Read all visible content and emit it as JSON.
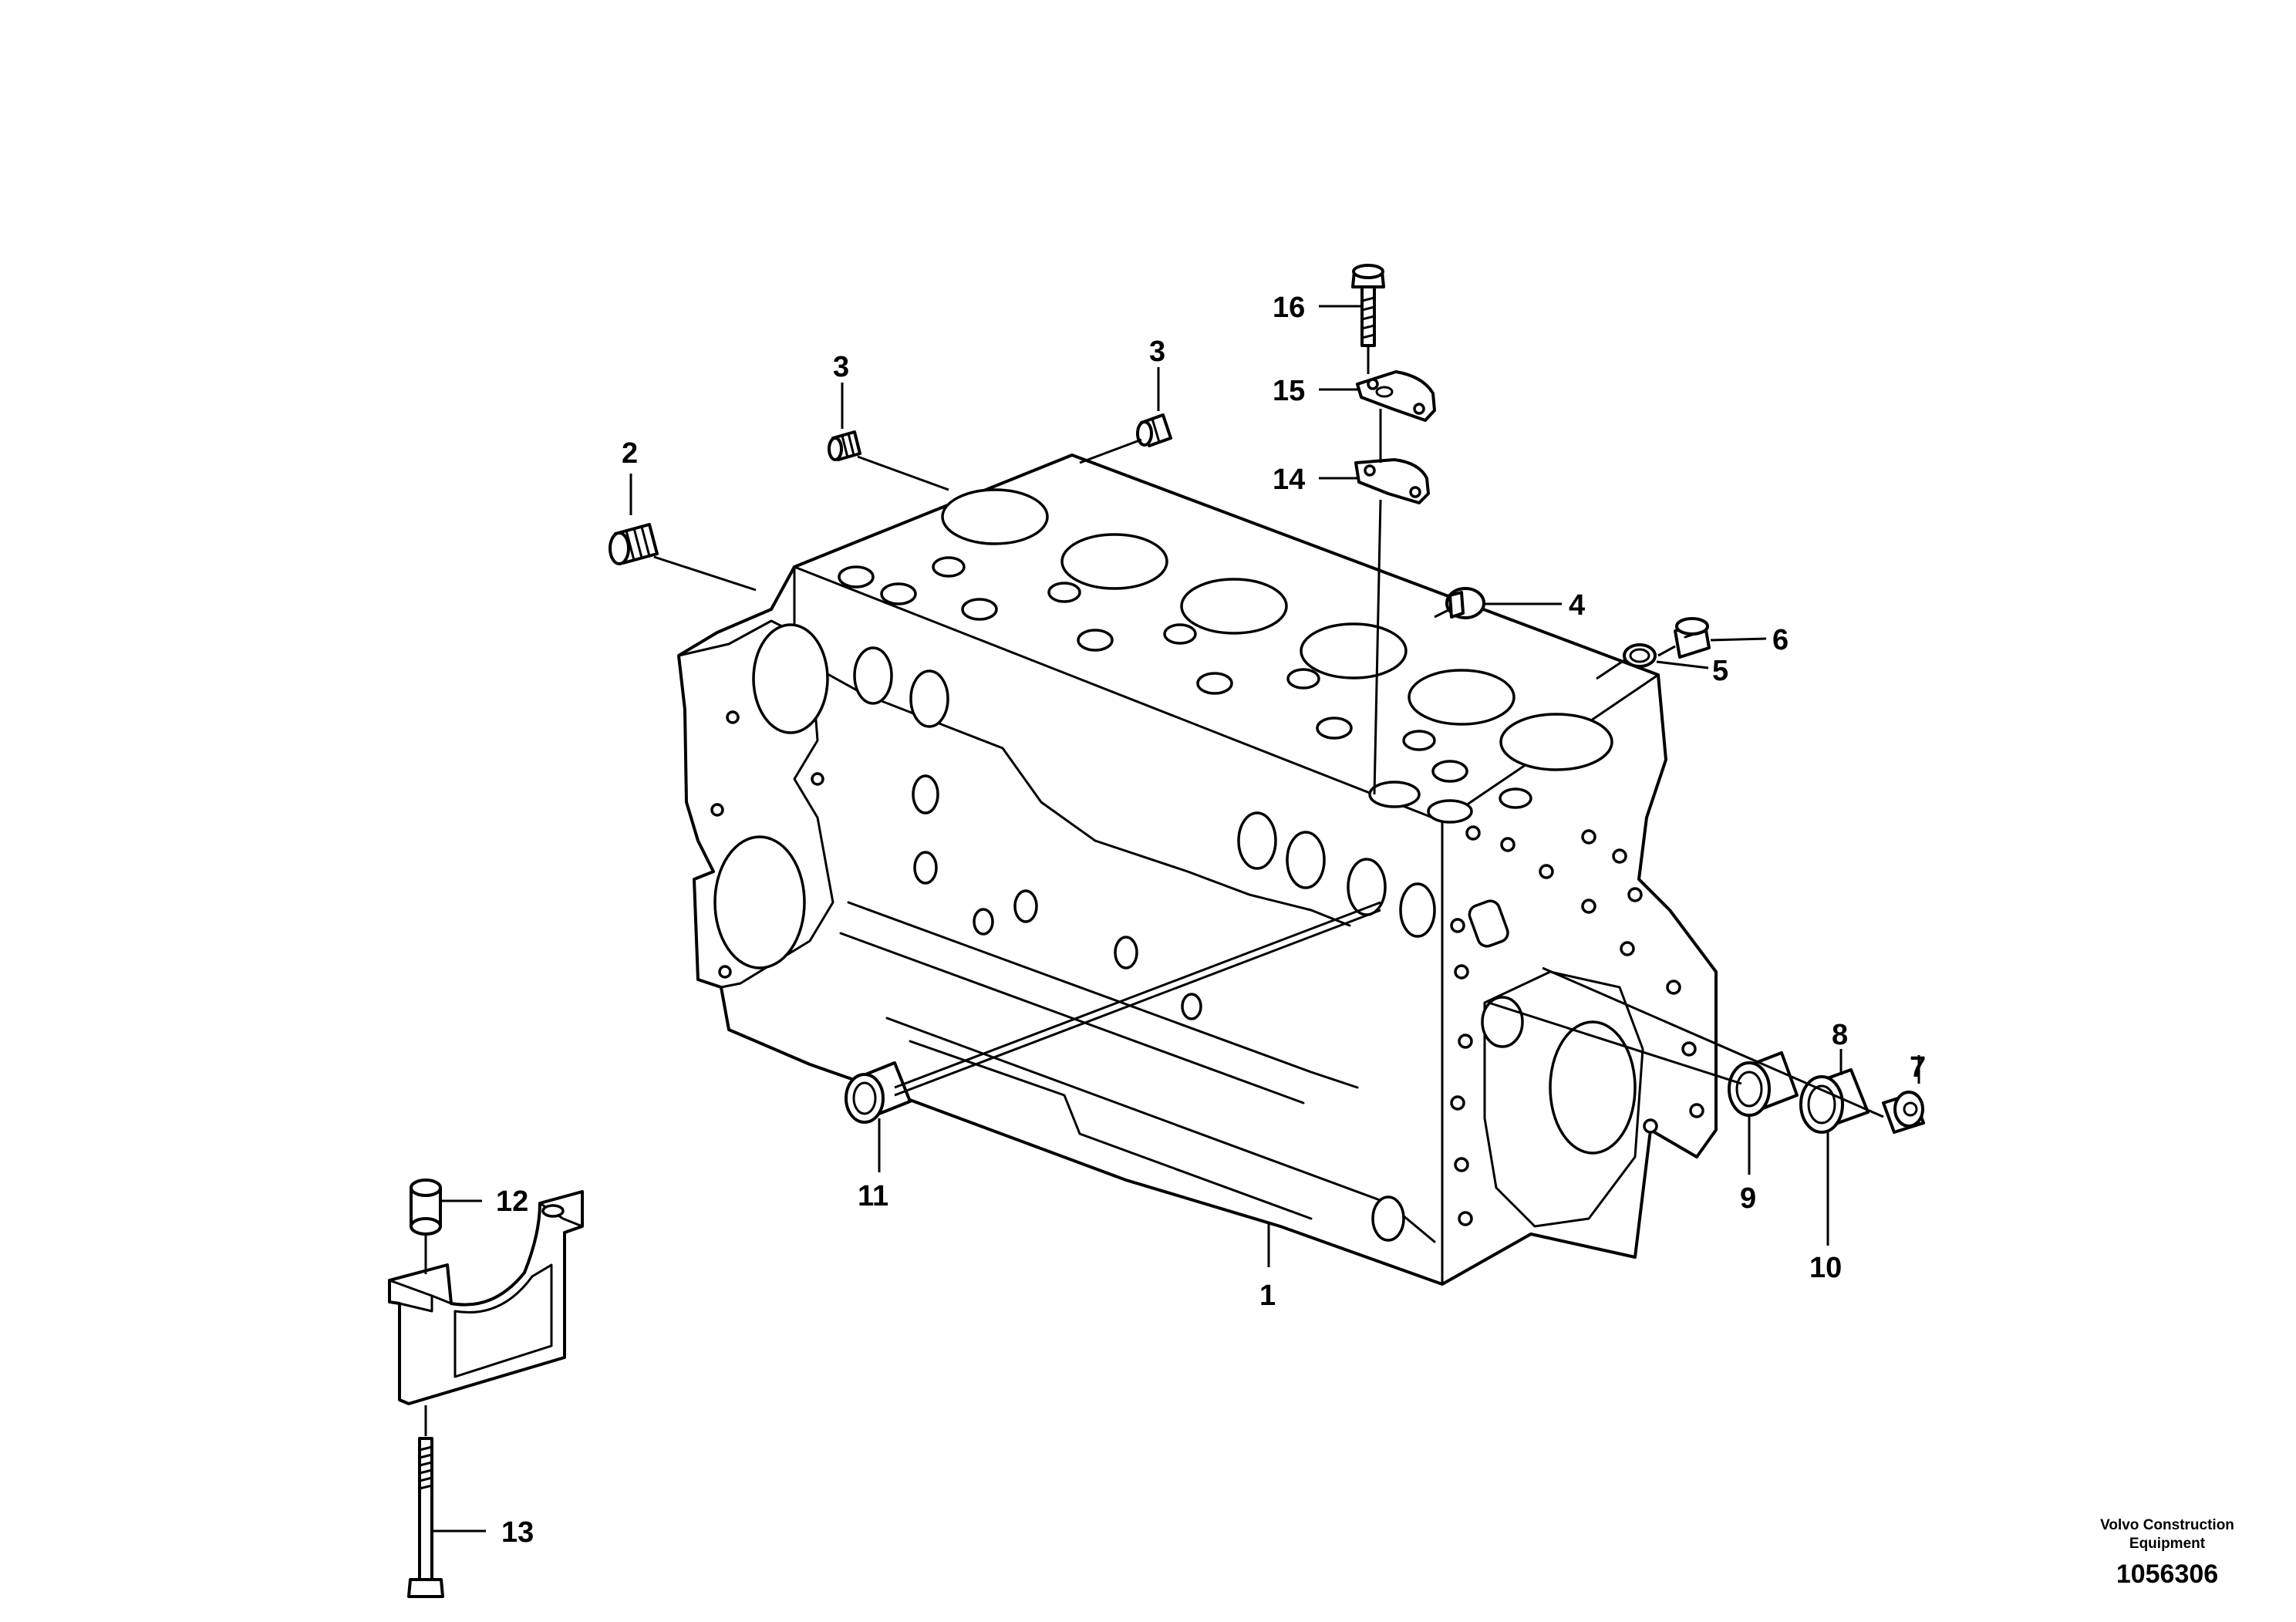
{
  "diagram": {
    "callouts": [
      {
        "id": "1",
        "label": "1"
      },
      {
        "id": "2",
        "label": "2"
      },
      {
        "id": "3a",
        "label": "3"
      },
      {
        "id": "3b",
        "label": "3"
      },
      {
        "id": "4",
        "label": "4"
      },
      {
        "id": "5",
        "label": "5"
      },
      {
        "id": "6",
        "label": "6"
      },
      {
        "id": "7",
        "label": "7"
      },
      {
        "id": "8",
        "label": "8"
      },
      {
        "id": "9",
        "label": "9"
      },
      {
        "id": "10",
        "label": "10"
      },
      {
        "id": "11",
        "label": "11"
      },
      {
        "id": "12",
        "label": "12"
      },
      {
        "id": "13",
        "label": "13"
      },
      {
        "id": "14",
        "label": "14"
      },
      {
        "id": "15",
        "label": "15"
      },
      {
        "id": "16",
        "label": "16"
      }
    ]
  },
  "footer": {
    "company_line1": "Volvo Construction",
    "company_line2": "Equipment",
    "drawing_number": "1056306"
  }
}
